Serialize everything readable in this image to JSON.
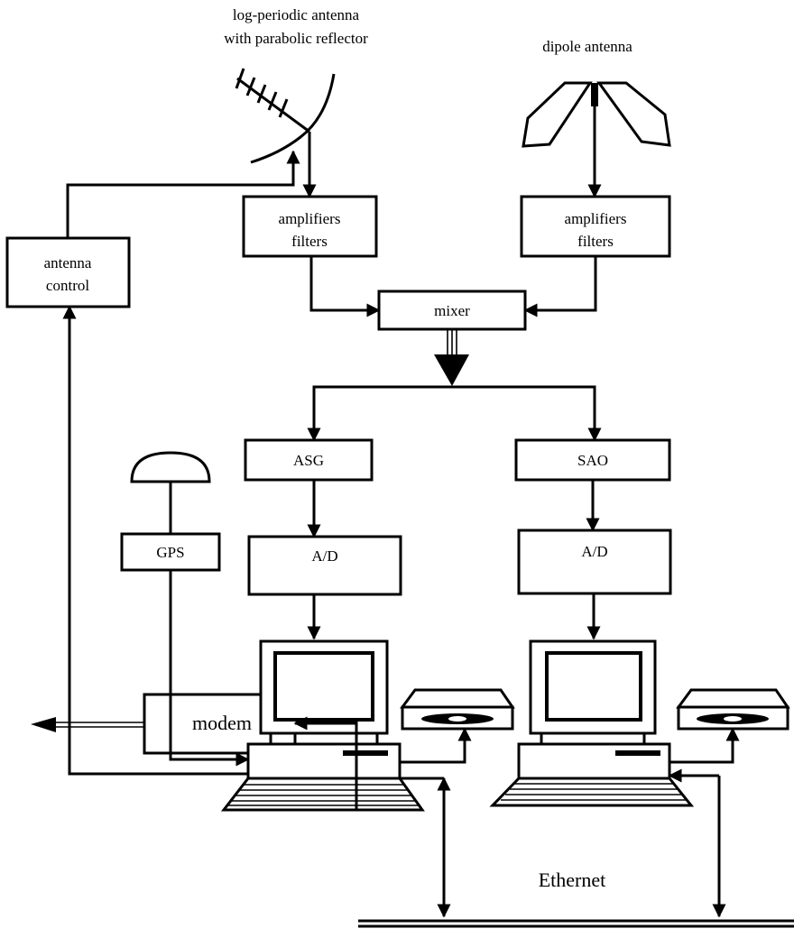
{
  "labels": {
    "log_periodic_line1": "log-periodic antenna",
    "log_periodic_line2": "with parabolic reflector",
    "dipole": "dipole antenna",
    "amp_left_line1": "amplifiers",
    "amp_left_line2": "filters",
    "amp_right_line1": "amplifiers",
    "amp_right_line2": "filters",
    "antenna_control_line1": "antenna",
    "antenna_control_line2": "control",
    "mixer": "mixer",
    "asg": "ASG",
    "sao": "SAO",
    "ad_left": "A/D",
    "ad_right": "A/D",
    "gps": "GPS",
    "modem": "modem",
    "ethernet": "Ethernet"
  },
  "icons": {
    "log_periodic_antenna": "log-periodic-antenna-icon",
    "dipole_antenna": "dipole-antenna-icon",
    "gps_dome": "gps-dome-icon",
    "computer_left": "computer-icon",
    "computer_right": "computer-icon",
    "drive_left": "disk-drive-icon",
    "drive_right": "disk-drive-icon"
  },
  "colors": {
    "ink": "#000000",
    "paper": "#ffffff"
  }
}
